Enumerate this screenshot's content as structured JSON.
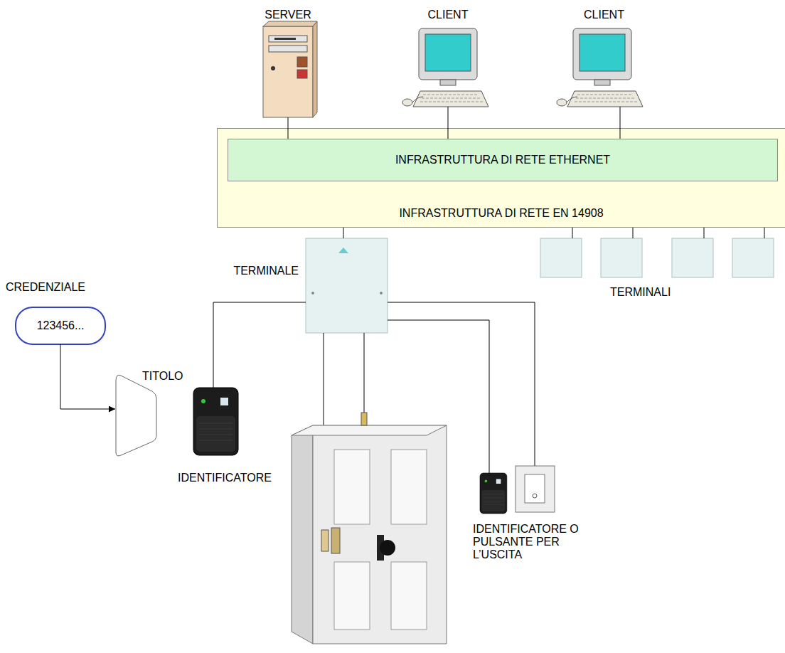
{
  "diagram": {
    "nodes": [
      {
        "text": [
          "SERVER"
        ]
      },
      {
        "text": [
          "CLIENT"
        ]
      },
      {
        "text": [
          "CLIENT"
        ]
      },
      {
        "text": [
          "INFRASTRUTTURA DI RETE EN 14908"
        ]
      },
      {
        "text": [
          "INFRASTRUTTURA DI RETE ETHERNET"
        ],
        "in": 3
      },
      {
        "text": [
          "TERMINALE"
        ]
      },
      {
        "text": [
          "CREDENZIALE",
          "123456..."
        ]
      },
      {
        "text": [
          "TITOLO"
        ]
      },
      {
        "text": [
          "IDENTIFICATORE"
        ]
      },
      {
        "text": [
          "IDENTIFICATORE O PULSANTE PER L’USCITA"
        ]
      }
    ],
    "edges": [
      {
        "from": 0,
        "to": 4,
        "arrow": "none"
      },
      {
        "from": 1,
        "to": 4,
        "arrow": "none"
      },
      {
        "from": 2,
        "to": 4,
        "arrow": "none"
      },
      {
        "from": 5,
        "to": 3,
        "arrow": "none"
      },
      {
        "from": 5,
        "to": 8,
        "arrow": "none"
      },
      {
        "from": 5,
        "to": 9,
        "arrow": "none"
      },
      {
        "from": 6,
        "to": 7,
        "arrow": "to"
      }
    ],
    "labels": [
      "TERMINALI"
    ]
  }
}
